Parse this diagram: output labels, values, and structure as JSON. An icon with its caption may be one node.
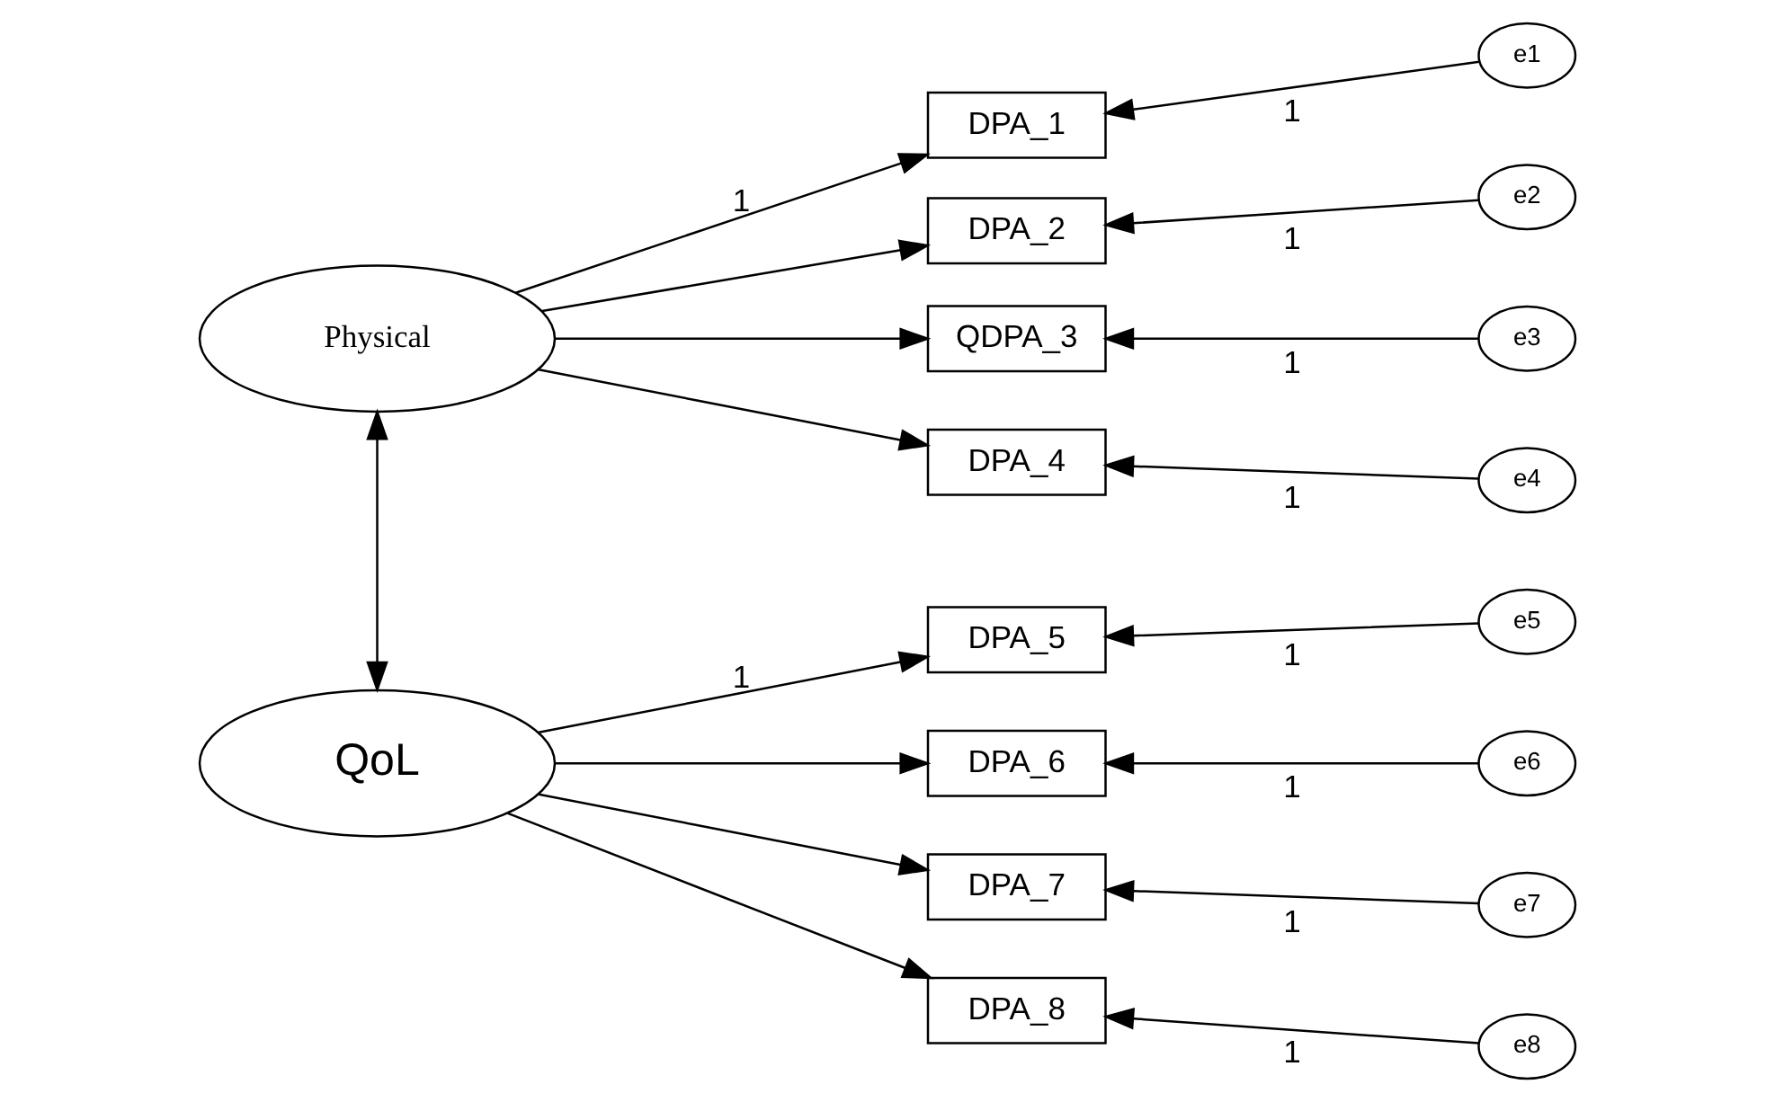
{
  "diagram": {
    "nodes": [
      {
        "text": [
          "Physical"
        ]
      },
      {
        "text": [
          "QoL"
        ]
      },
      {
        "text": [
          "DPA_1"
        ]
      },
      {
        "text": [
          "DPA_2"
        ]
      },
      {
        "text": [
          "QDPA_3"
        ]
      },
      {
        "text": [
          "DPA_4"
        ]
      },
      {
        "text": [
          "DPA_5"
        ]
      },
      {
        "text": [
          "DPA_6"
        ]
      },
      {
        "text": [
          "DPA_7"
        ]
      },
      {
        "text": [
          "DPA_8"
        ]
      },
      {
        "text": [
          "e1"
        ]
      },
      {
        "text": [
          "e2"
        ]
      },
      {
        "text": [
          "e3"
        ]
      },
      {
        "text": [
          "e4"
        ]
      },
      {
        "text": [
          "e5"
        ]
      },
      {
        "text": [
          "e6"
        ]
      },
      {
        "text": [
          "e7"
        ]
      },
      {
        "text": [
          "e8"
        ]
      }
    ],
    "edges": [
      {
        "from": 0,
        "to": 1,
        "arrow": "both"
      },
      {
        "from": 0,
        "to": 2,
        "arrow": "to",
        "label": "1"
      },
      {
        "from": 0,
        "to": 3,
        "arrow": "to"
      },
      {
        "from": 0,
        "to": 4,
        "arrow": "to"
      },
      {
        "from": 0,
        "to": 5,
        "arrow": "to"
      },
      {
        "from": 1,
        "to": 6,
        "arrow": "to",
        "label": "1"
      },
      {
        "from": 1,
        "to": 7,
        "arrow": "to"
      },
      {
        "from": 1,
        "to": 8,
        "arrow": "to"
      },
      {
        "from": 1,
        "to": 9,
        "arrow": "to"
      },
      {
        "from": 10,
        "to": 2,
        "arrow": "to",
        "label": "1"
      },
      {
        "from": 11,
        "to": 3,
        "arrow": "to",
        "label": "1"
      },
      {
        "from": 12,
        "to": 4,
        "arrow": "to",
        "label": "1"
      },
      {
        "from": 13,
        "to": 5,
        "arrow": "to",
        "label": "1"
      },
      {
        "from": 14,
        "to": 6,
        "arrow": "to",
        "label": "1"
      },
      {
        "from": 15,
        "to": 7,
        "arrow": "to",
        "label": "1"
      },
      {
        "from": 16,
        "to": 8,
        "arrow": "to",
        "label": "1"
      },
      {
        "from": 17,
        "to": 9,
        "arrow": "to",
        "label": "1"
      }
    ]
  }
}
